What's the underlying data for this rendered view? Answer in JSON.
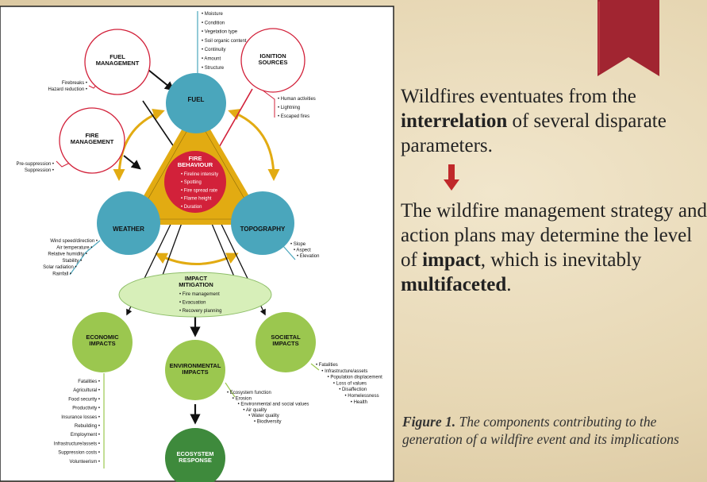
{
  "slide": {
    "para1": {
      "part1": "Wildfires eventuates from the ",
      "bold1": "interrelation",
      "part2": " of several disparate parameters."
    },
    "para2": {
      "part1": "The wildfire management strategy and action plans may determine the level of ",
      "bold1": "impact",
      "part2": ", which is inevitably ",
      "bold2": "multifaceted",
      "part3": "."
    },
    "caption": {
      "label": "Figure 1.",
      "text": " The components contributing to the generation of a wildfire event and its implications"
    }
  },
  "colors": {
    "bookmark": "#a12531",
    "arrow": "#c0282a",
    "teal": "#4aa6bc",
    "fire_red": "#d2213a",
    "triangle": "#e2ab12",
    "green": "#9bc74f",
    "dark_green": "#3e8a3c",
    "mitigation": "#d7efb9"
  },
  "diagram": {
    "nodes": {
      "fuel_management": "FUEL\nMANAGEMENT",
      "ignition_sources": "IGNITION\nSOURCES",
      "fire_management": "FIRE\nMANAGEMENT",
      "fuel": "FUEL",
      "fire_behaviour": "FIRE\nBEHAVIOUR",
      "weather": "WEATHER",
      "topography": "TOPOGRAPHY",
      "impact_mitigation": "IMPACT\nMITIGATION",
      "economic": "ECONOMIC\nIMPACTS",
      "environmental": "ENVIRONMENTAL\nIMPACTS",
      "societal": "SOCIETAL\nIMPACTS",
      "ecosystem": "ECOSYSTEM\nRESPONSE"
    },
    "fuel_attributes": [
      "Moisture",
      "Condition",
      "Vegetation type",
      "Soil organic content",
      "Continuity",
      "Amount",
      "Structure"
    ],
    "ignition_items": [
      "Human activities",
      "Lightning",
      "Escaped fires"
    ],
    "fuel_management_items": [
      "Firebreaks",
      "Hazard reduction"
    ],
    "fire_management_items": [
      "Pre-suppression",
      "Suppression"
    ],
    "fire_behaviour_items": [
      "Fireline intensity",
      "Spotting",
      "Fire spread rate",
      "Flame height",
      "Duration"
    ],
    "weather_items": [
      "Wind speed/direction",
      "Air temperature",
      "Relative humidity",
      "Stability",
      "Solar radiation",
      "Rainfall"
    ],
    "topography_items": [
      "Slope",
      "Aspect",
      "Elevation"
    ],
    "mitigation_items": [
      "Fire management",
      "Evacuation",
      "Recovery planning"
    ],
    "economic_items": [
      "Fatalities",
      "Agricultural",
      "Food security",
      "Productivity",
      "Insurance losses",
      "Rebuilding",
      "Employment",
      "Infrastructure/assets",
      "Suppression costs",
      "Volunteerism"
    ],
    "environmental_items": [
      "Ecosystem function",
      "Erosion",
      "Environmental and social values",
      "Air quality",
      "Water quality",
      "Biodiversity"
    ],
    "societal_items": [
      "Fatalities",
      "Infrastructure/assets",
      "Population displacement",
      "Loss of values",
      "Disaffection",
      "Homelessness",
      "Health"
    ]
  }
}
